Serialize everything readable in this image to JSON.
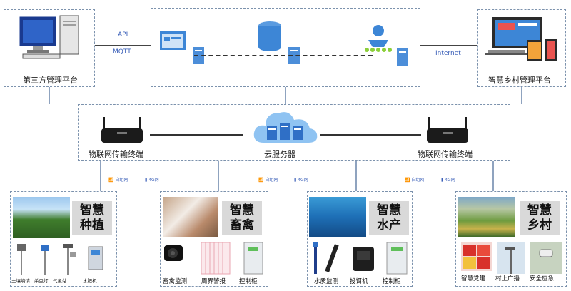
{
  "top": {
    "third_party_label": "第三方管理平台",
    "api_label": "API",
    "mqtt_label": "MQTT",
    "internet_label": "Internet",
    "smart_village_platform_label": "智慧乡村管理平台"
  },
  "middle": {
    "left_terminal_label": "物联网传输终端",
    "cloud_label": "云服务器",
    "right_terminal_label": "物联网传输终端"
  },
  "links": {
    "selfnet_label": "自组网",
    "net4g_label": "4G网"
  },
  "modules": [
    {
      "title_line1": "智慧",
      "title_line2": "种植",
      "captions": [
        "土壤墒情",
        "杀虫灯",
        "气象站",
        "水肥机"
      ]
    },
    {
      "title_line1": "智慧",
      "title_line2": "畜禽",
      "captions": [
        "畜禽监测",
        "周界警报",
        "控制柜"
      ]
    },
    {
      "title_line1": "智慧",
      "title_line2": "水产",
      "captions": [
        "水质监测",
        "投饵机",
        "控制柜"
      ]
    },
    {
      "title_line1": "智慧",
      "title_line2": "乡村",
      "captions": [
        "智慧党建",
        "村上广播",
        "安全应急"
      ]
    }
  ],
  "colors": {
    "dash_border": "#7c92ad",
    "link_blue": "#3a5fb8",
    "server_blue": "#3d86d6",
    "router_black": "#1b1b1b"
  }
}
